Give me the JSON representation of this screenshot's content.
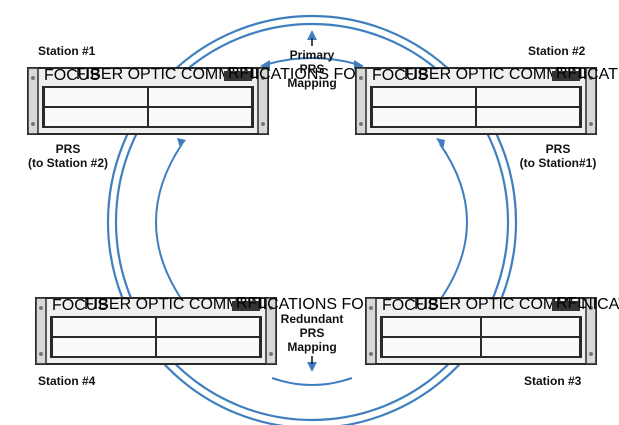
{
  "stations": [
    {
      "label": "Station #1",
      "brand": "FOCUS",
      "subtitle": "FIBER OPTIC COMMUNICATIONS FOR UTILITY SYSTEMS",
      "logo": "RFL"
    },
    {
      "label": "Station #2",
      "brand": "FOCUS",
      "subtitle": "FIBER OPTIC COMMUNICATIONS FOR UTILITY SYSTEMS",
      "logo": "RFL"
    },
    {
      "label": "Station #3",
      "brand": "FOCUS",
      "subtitle": "FIBER OPTIC COMMUNICATIONS FOR UTILITY SYSTEMS",
      "logo": "RFL"
    },
    {
      "label": "Station #4",
      "brand": "FOCUS",
      "subtitle": "FIBER OPTIC COMMUNICATIONS FOR UTILITY SYSTEMS",
      "logo": "RFL"
    }
  ],
  "labels": {
    "prs_station2": {
      "line1": "PRS",
      "line2": "(to Station #2)"
    },
    "prs_station1": {
      "line1": "PRS",
      "line2": "(to Station#1)"
    },
    "primary": {
      "line1": "Primary",
      "line2": "PRS",
      "line3": "Mapping"
    },
    "redundant": {
      "line1": "Redundant",
      "line2": "PRS",
      "line3": "Mapping"
    }
  },
  "colors": {
    "ring": "#3f7fbf",
    "arrow": "#3f7fbf",
    "unit_face": "#efefef",
    "unit_frame": "#2a2a2a"
  }
}
